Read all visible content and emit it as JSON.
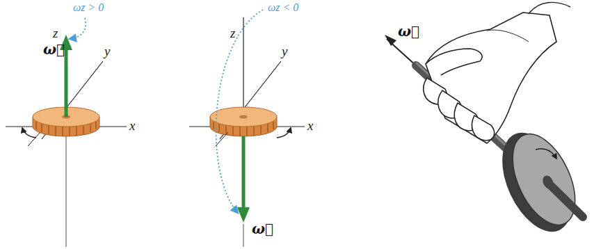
{
  "diagram": {
    "labels": [
      "ωz > 0",
      "z",
      "y",
      "ω⃗",
      "x",
      "ωz < 0",
      "z",
      "y",
      "x",
      "ω⃗",
      "ω⃗"
    ]
  }
}
